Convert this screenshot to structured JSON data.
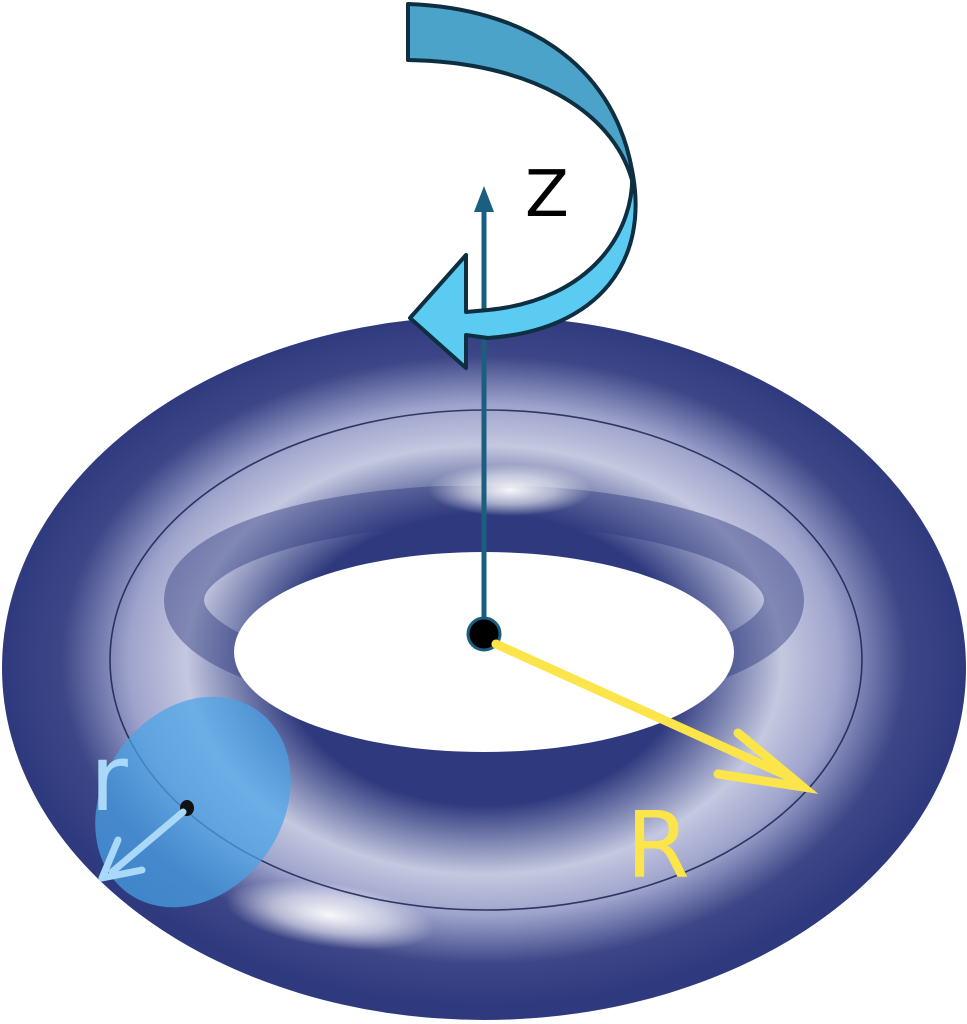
{
  "labels": {
    "z_axis": "Z",
    "major_radius": "R",
    "minor_radius": "r"
  },
  "colors": {
    "torus_dark": "#2f3a7e",
    "torus_mid": "#5a62a0",
    "torus_light": "#c4c8e0",
    "axis": "#1a5f80",
    "rotation_arrow_top": "#4ba3c9",
    "rotation_arrow_front": "#5ccbf1",
    "major_radius": "#fbe54a",
    "minor_radius": "#a9d8f8",
    "cross_section": "#4aa3e8"
  }
}
